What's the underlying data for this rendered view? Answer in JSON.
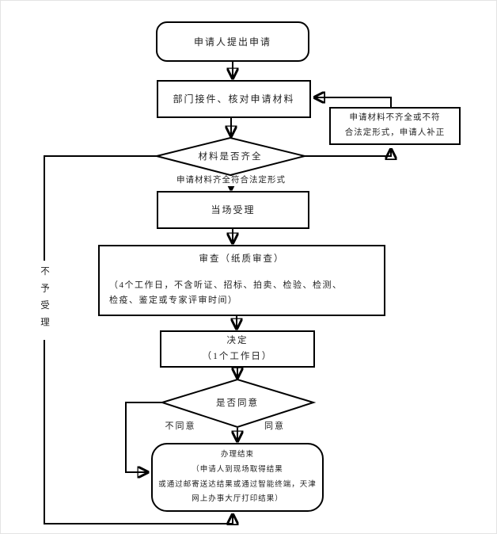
{
  "flowchart": {
    "nodes": {
      "start": {
        "label": "申请人提出申请"
      },
      "receive": {
        "label": "部门接件、核对申请材料"
      },
      "correction": {
        "label": "申请材料不齐全或不符\n合法定形式，申请人补正"
      },
      "check_materials": {
        "label": "材料是否齐全"
      },
      "accept": {
        "label": "当场受理"
      },
      "review": {
        "title": "审查（纸质审查）",
        "note": "（4个工作日，不含听证、招标、拍卖、检验、检测、\n检疫、鉴定或专家评审时间）"
      },
      "decide": {
        "label": "决定\n（1个工作日）"
      },
      "check_agree": {
        "label": "是否同意"
      },
      "result": {
        "label": "办理结束\n（申请人到现场取得结果\n或通过邮寄送达结果或通过智能终端，天津\n网上办事大厅打印结果）"
      }
    },
    "edge_labels": {
      "materials_ok": "申请材料齐全符合法定形式",
      "reject": "不予受理",
      "disagree": "不同意",
      "agree": "同意"
    },
    "colors": {
      "line": "#000000",
      "text": "#1f1f1f",
      "background": "#ffffff"
    }
  }
}
